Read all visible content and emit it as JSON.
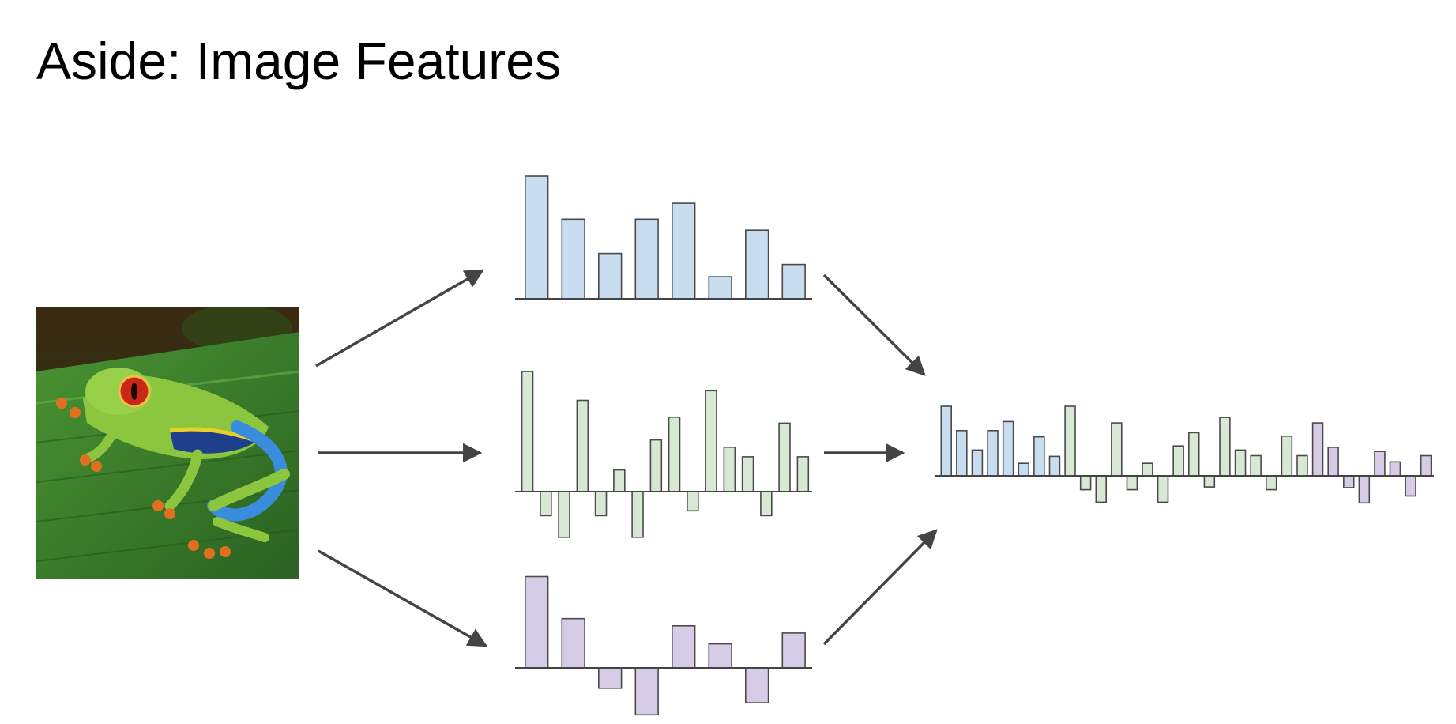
{
  "slide": {
    "title": "Aside: Image Features"
  },
  "colors": {
    "blue_fill": "#c9ddf0",
    "green_fill": "#d7e9d3",
    "purple_fill": "#d6cce7",
    "bar_stroke": "#4a4a4a",
    "axis": "#444444",
    "arrow": "#444444",
    "sky_top": "#3b2a12",
    "leaf": "#3a7a2a",
    "frog_green": "#8cc63f",
    "frog_blue": "#3a8ddc",
    "eye_red": "#c8281a",
    "toe_orange": "#e07020"
  },
  "image": {
    "subject": "red-eyed tree frog on a green leaf"
  },
  "chart_data": [
    {
      "type": "bar",
      "name": "feature-histogram-1",
      "color": "blue",
      "values": [
        10,
        6.5,
        3.7,
        6.5,
        7.8,
        1.8,
        5.6,
        2.8
      ],
      "ylim": [
        -4,
        10
      ]
    },
    {
      "type": "bar",
      "name": "feature-histogram-2",
      "color": "green",
      "values": [
        10,
        -2,
        -3.8,
        7.6,
        -2,
        1.8,
        -3.8,
        4.3,
        6.2,
        -1.6,
        8.4,
        3.7,
        2.9,
        -2,
        5.7,
        2.9
      ],
      "ylim": [
        -4,
        10
      ]
    },
    {
      "type": "bar",
      "name": "feature-histogram-3",
      "color": "purple",
      "values": [
        7.6,
        4.1,
        -1.7,
        -3.9,
        3.5,
        2,
        -2.9,
        2.9
      ],
      "ylim": [
        -4,
        10
      ]
    },
    {
      "type": "bar",
      "name": "concatenated-feature-vector",
      "series": [
        {
          "color": "blue",
          "values": [
            10,
            6.5,
            3.7,
            6.5,
            7.8,
            1.8,
            5.6,
            2.8
          ]
        },
        {
          "color": "green",
          "values": [
            10,
            -2,
            -3.8,
            7.6,
            -2,
            1.8,
            -3.8,
            4.3,
            6.2,
            -1.6,
            8.4,
            3.7,
            2.9,
            -2,
            5.7,
            2.9
          ]
        },
        {
          "color": "purple",
          "values": [
            7.6,
            4.1,
            -1.7,
            -3.9,
            3.5,
            2,
            -2.9,
            2.9
          ]
        }
      ],
      "ylim": [
        -4,
        10
      ]
    }
  ]
}
